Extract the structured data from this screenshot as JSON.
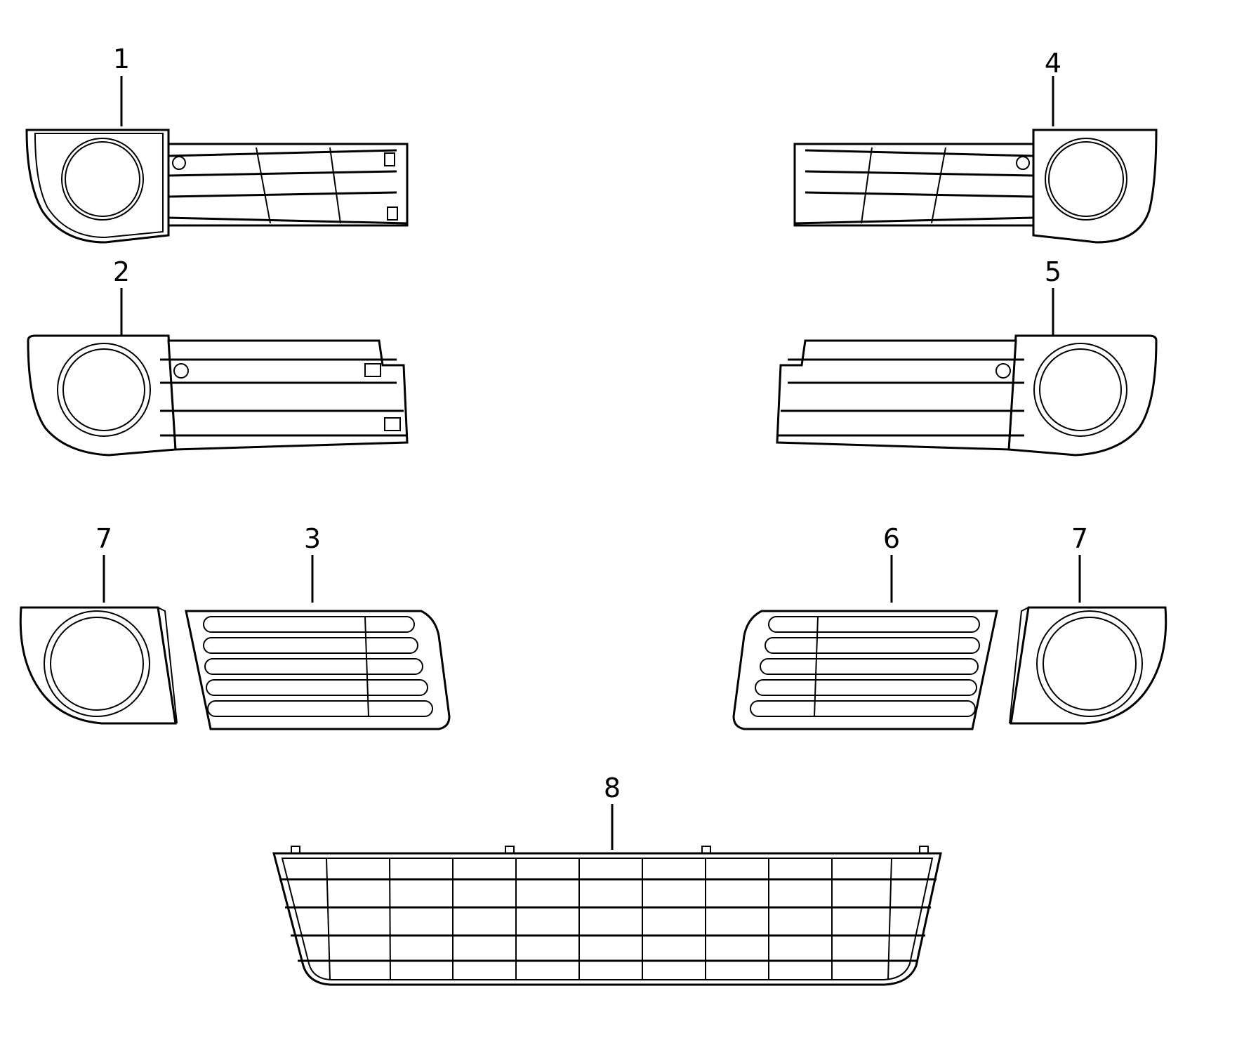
{
  "diagram": {
    "callouts": [
      {
        "id": "part-1",
        "label": "1"
      },
      {
        "id": "part-2",
        "label": "2"
      },
      {
        "id": "part-3",
        "label": "3"
      },
      {
        "id": "part-4",
        "label": "4"
      },
      {
        "id": "part-5",
        "label": "5"
      },
      {
        "id": "part-6",
        "label": "6"
      },
      {
        "id": "part-7-left",
        "label": "7"
      },
      {
        "id": "part-7-right",
        "label": "7"
      },
      {
        "id": "part-8",
        "label": "8"
      }
    ],
    "colors": {
      "line": "#000000",
      "background": "#ffffff"
    }
  }
}
